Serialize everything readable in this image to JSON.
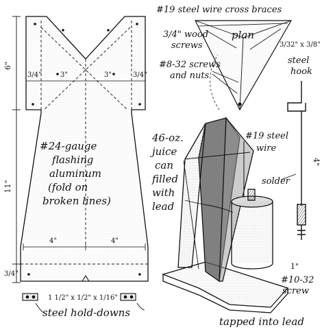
{
  "labels": {
    "wire_cross_braces": "#19 steel wire cross braces",
    "wood_screws_1": "3/4\" wood",
    "wood_screws_2": "screws",
    "plan": "plan",
    "screws_nuts_1": "#8-32 screws",
    "screws_nuts_2": "and nuts",
    "hook_size": "3/32\" x 3/8\"",
    "steel_hook_1": "steel",
    "steel_hook_2": "hook",
    "flashing_1": "#24-gauge",
    "flashing_2": "flashing",
    "flashing_3": "aluminum",
    "flashing_4": "(fold on",
    "flashing_5": "broken lines)",
    "juice_1": "46-oz.",
    "juice_2": "juice",
    "juice_3": "can",
    "juice_4": "filled",
    "juice_5": "with",
    "juice_6": "lead",
    "steel_wire_1": "#19 steel",
    "steel_wire_2": "wire",
    "solder": "solder",
    "screw_1": "1\"",
    "screw_2": "#10-32",
    "screw_3": "screw",
    "screw_4": "tapped into lead",
    "holddown_size": "1 1/2\" x 1/2\" x 1/16\"",
    "holddowns": "steel hold-downs"
  },
  "dimensions": {
    "height_top": "6\"",
    "height_main": "11\"",
    "height_bottom": "3/4\"",
    "width_left_edge": "3/4\"",
    "width_left": "3\"",
    "width_right": "3\"",
    "width_right_edge": "3/4\"",
    "width_base_left": "4\"",
    "width_base_right": "4\"",
    "hook_length": "4\""
  },
  "colors": {
    "ink": "#111111",
    "stipple": "#8a8a8a",
    "shade": "#6b6b6b"
  }
}
